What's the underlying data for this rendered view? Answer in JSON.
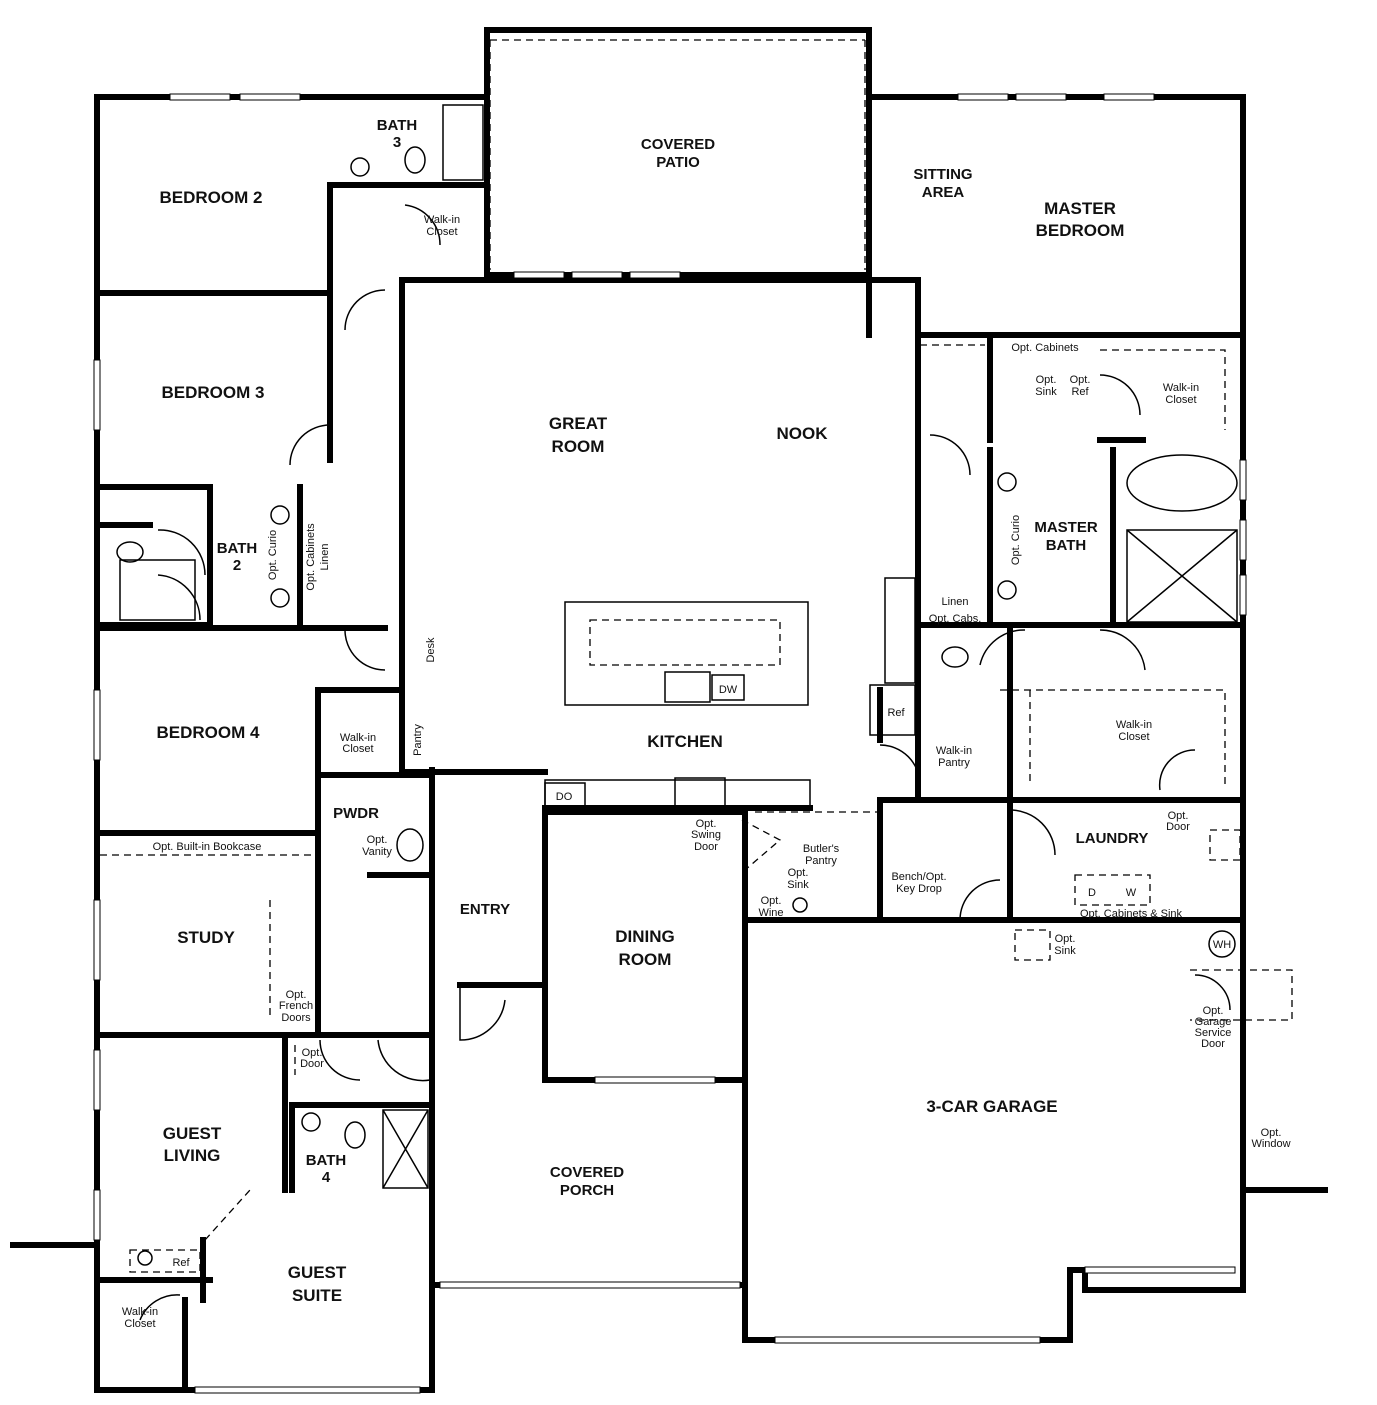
{
  "labels": {
    "bedroom_2": [
      "BEDROOM 2"
    ],
    "bath_3": [
      "BATH",
      "3"
    ],
    "covered_patio": [
      "COVERED",
      "PATIO"
    ],
    "sitting_area": [
      "SITTING",
      "AREA"
    ],
    "master_bedroom": [
      "MASTER",
      "BEDROOM"
    ],
    "bedroom_3": [
      "BEDROOM 3"
    ],
    "great_room": [
      "GREAT",
      "ROOM"
    ],
    "nook": [
      "NOOK"
    ],
    "bath_2": [
      "BATH",
      "2"
    ],
    "master_bath": [
      "MASTER",
      "BATH"
    ],
    "kitchen": [
      "KITCHEN"
    ],
    "bedroom_4": [
      "BEDROOM 4"
    ],
    "pwdr": [
      "PWDR"
    ],
    "laundry": [
      "LAUNDRY"
    ],
    "study": [
      "STUDY"
    ],
    "entry": [
      "ENTRY"
    ],
    "dining_room": [
      "DINING",
      "ROOM"
    ],
    "garage": [
      "3-CAR GARAGE"
    ],
    "guest_living": [
      "GUEST",
      "LIVING"
    ],
    "bath_4": [
      "BATH",
      "4"
    ],
    "covered_porch": [
      "COVERED",
      "PORCH"
    ],
    "guest_suite": [
      "GUEST",
      "SUITE"
    ]
  },
  "notes": {
    "bath3_closet": [
      "Walk-in",
      "Closet"
    ],
    "opt_cabinets_master": "Opt. Cabinets",
    "opt_sink_master": [
      "Opt.",
      "Sink"
    ],
    "opt_ref_master": [
      "Opt.",
      "Ref"
    ],
    "master_closet_top": [
      "Walk-in",
      "Closet"
    ],
    "opt_curio_bath2": "Opt. Curio",
    "opt_cabinets_bath2": "Opt. Cabinets",
    "linen_bath2": "Linen",
    "opt_curio_master": "Opt. Curio",
    "linen_master": "Linen",
    "opt_cabs_master": "Opt. Cabs.",
    "desk": "Desk",
    "ref": "Ref",
    "pantry": "Pantry",
    "bedroom4_closet": [
      "Walk-in",
      "Closet"
    ],
    "walkin_pantry": [
      "Walk-in",
      "Pantry"
    ],
    "master_closet_bottom": [
      "Walk-in",
      "Closet"
    ],
    "do": "DO",
    "dw": "DW",
    "opt_swing_door": [
      "Opt.",
      "Swing",
      "Door"
    ],
    "butlers_pantry": [
      "Butler's",
      "Pantry"
    ],
    "opt_sink_butler": [
      "Opt.",
      "Sink"
    ],
    "opt_wine": [
      "Opt.",
      "Wine"
    ],
    "bench_key_drop": [
      "Bench/Opt.",
      "Key Drop"
    ],
    "opt_door_laundry": [
      "Opt.",
      "Door"
    ],
    "dryer": "D",
    "washer": "W",
    "opt_cabinets_sink": "Opt. Cabinets & Sink",
    "opt_sink_garage": [
      "Opt.",
      "Sink"
    ],
    "water_heater": "WH",
    "garage_service_door": [
      "Opt.",
      "Garage",
      "Service",
      "Door"
    ],
    "opt_window": [
      "Opt.",
      "Window"
    ],
    "bookcase": "Opt. Built-in Bookcase",
    "opt_vanity": [
      "Opt.",
      "Vanity"
    ],
    "french_doors": [
      "Opt.",
      "French",
      "Doors"
    ],
    "opt_door_guest": [
      "Opt.",
      "Door"
    ],
    "guest_ref": "Ref",
    "guest_closet": [
      "Walk-in",
      "Closet"
    ]
  }
}
